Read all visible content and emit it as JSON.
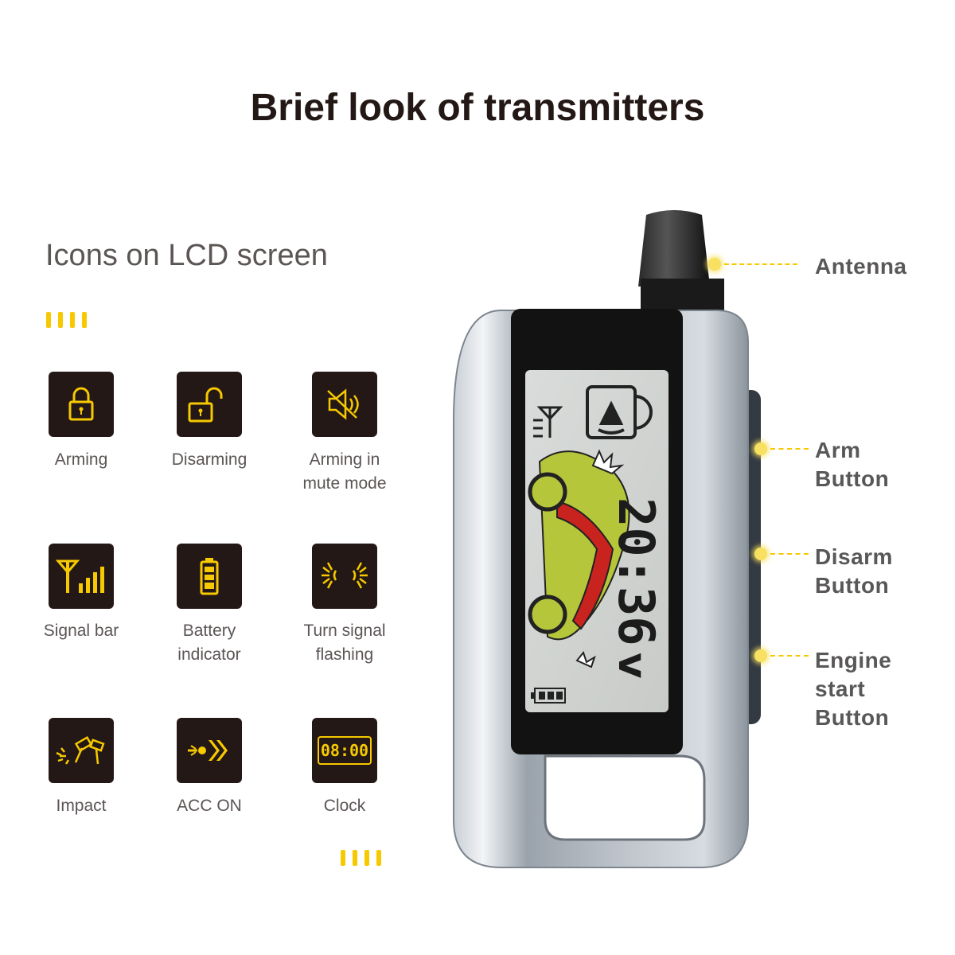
{
  "page": {
    "title": "Brief look of transmitters",
    "subtitle": "Icons on LCD screen"
  },
  "icons": [
    {
      "label": "Arming",
      "icon": "lock-closed-icon"
    },
    {
      "label": "Disarming",
      "icon": "lock-open-icon"
    },
    {
      "label": "Arming in\nmute mode",
      "icon": "speaker-muted-icon"
    },
    {
      "label": "Signal bar",
      "icon": "signal-antenna-icon"
    },
    {
      "label": "Battery\nindicator",
      "icon": "battery-icon"
    },
    {
      "label": "Turn signal\nflashing",
      "icon": "turn-signal-icon"
    },
    {
      "label": "Impact",
      "icon": "impact-hammer-icon"
    },
    {
      "label": "ACC ON",
      "icon": "acc-on-icon"
    },
    {
      "label": "Clock",
      "icon": "clock-icon",
      "display": "08:00"
    }
  ],
  "device": {
    "lcd_time": "20:36",
    "lcd_unit": "v"
  },
  "callouts": [
    {
      "label": "Antenna"
    },
    {
      "label": "Arm\nButton"
    },
    {
      "label": "Disarm\nButton"
    },
    {
      "label": "Engine\nstart\nButton"
    }
  ],
  "colors": {
    "accent": "#f6c900",
    "tile": "#231815",
    "title": "#231815",
    "label": "#5b5554"
  }
}
